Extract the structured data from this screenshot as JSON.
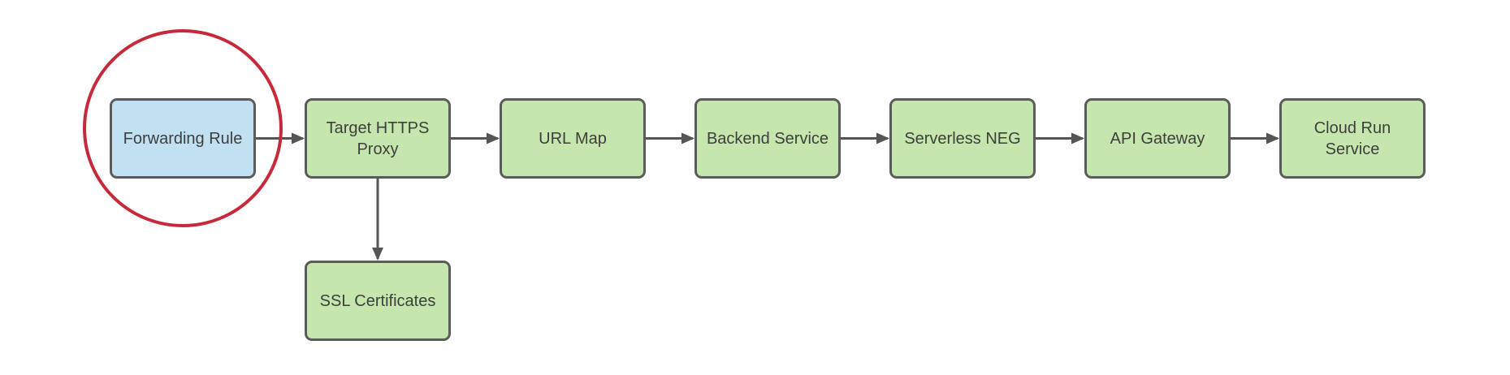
{
  "diagram": {
    "nodes": [
      {
        "id": "forwarding-rule",
        "label": "Forwarding Rule",
        "fill": "blue",
        "highlighted": true
      },
      {
        "id": "target-https-proxy",
        "label": "Target HTTPS Proxy",
        "fill": "green",
        "highlighted": false
      },
      {
        "id": "url-map",
        "label": "URL Map",
        "fill": "green",
        "highlighted": false
      },
      {
        "id": "backend-service",
        "label": "Backend Service",
        "fill": "green",
        "highlighted": false
      },
      {
        "id": "serverless-neg",
        "label": "Serverless NEG",
        "fill": "green",
        "highlighted": false
      },
      {
        "id": "api-gateway",
        "label": "API Gateway",
        "fill": "green",
        "highlighted": false
      },
      {
        "id": "cloud-run-service",
        "label": "Cloud Run Service",
        "fill": "green",
        "highlighted": false
      },
      {
        "id": "ssl-certificates",
        "label": "SSL Certificates",
        "fill": "green",
        "highlighted": false
      }
    ],
    "edges": [
      {
        "from": "Forwarding Rule",
        "to": "Target HTTPS Proxy",
        "direction": "right"
      },
      {
        "from": "Target HTTPS Proxy",
        "to": "URL Map",
        "direction": "right"
      },
      {
        "from": "URL Map",
        "to": "Backend Service",
        "direction": "right"
      },
      {
        "from": "Backend Service",
        "to": "Serverless NEG",
        "direction": "right"
      },
      {
        "from": "Serverless NEG",
        "to": "API Gateway",
        "direction": "right"
      },
      {
        "from": "API Gateway",
        "to": "Cloud Run Service",
        "direction": "right"
      },
      {
        "from": "Target HTTPS Proxy",
        "to": "SSL Certificates",
        "direction": "down"
      }
    ],
    "highlight": {
      "shape": "ellipse",
      "around": "Forwarding Rule",
      "color": "#c62a3a"
    },
    "colors": {
      "green": "#c5e6ac",
      "blue": "#c1e0f2",
      "border": "#5b5b5b",
      "line": "#555555",
      "text": "#3e3e3e",
      "highlight": "#c62a3a",
      "background": "#ffffff"
    }
  }
}
